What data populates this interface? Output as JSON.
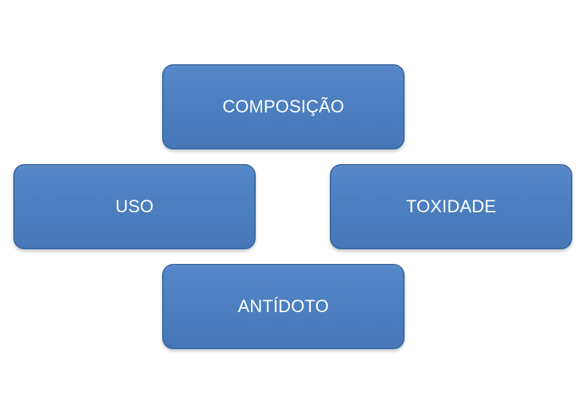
{
  "diagram": {
    "nodes": [
      {
        "id": "composicao",
        "label": "COMPOSIÇÃO"
      },
      {
        "id": "uso",
        "label": "USO"
      },
      {
        "id": "toxidade",
        "label": "TOXIDADE"
      },
      {
        "id": "antidoto",
        "label": "ANTÍDOTO"
      }
    ]
  },
  "colors": {
    "node_fill": "#4a7ebe",
    "node_border": "#3a6aa6",
    "node_text": "#ffffff",
    "background": "#ffffff"
  }
}
